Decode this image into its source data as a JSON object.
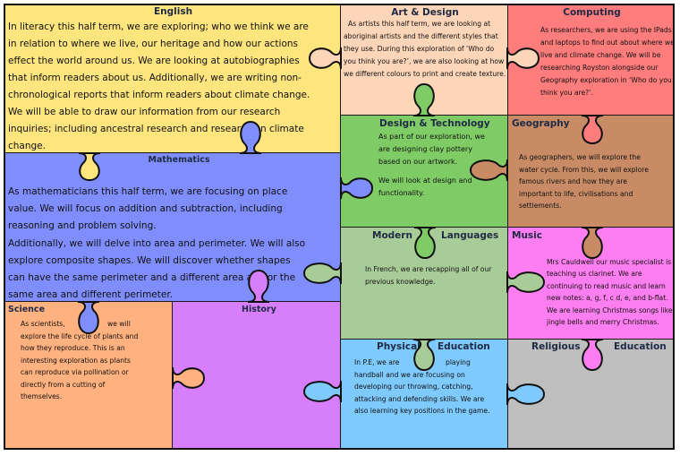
{
  "colors": {
    "english": "#fee57e",
    "art": "#fdd5b8",
    "computing": "#fd7c7c",
    "mathematics": "#7f8efc",
    "dt": "#7fcc66",
    "geography": "#c88b66",
    "languages": "#a8cc98",
    "music": "#fd7ef0",
    "science": "#ffb27f",
    "history": "#d67efc",
    "pe": "#7fcafc",
    "re": "#bfbfbf"
  },
  "english": {
    "title": "English",
    "text": "In literacy this half term, we are exploring; who we think we are in relation to where we live, our heritage and how our actions effect the world around us. We are looking at autobiographies that inform readers about us. Additionally, we are writing non-chronological reports that inform readers about climate change. We will be able to draw our information from our research inquiries; including ancestral research and research on climate change."
  },
  "art": {
    "title": "Art & Design",
    "text": "As artists this half term, we are looking at aboriginal artists and the different styles that they use. During this exploration of ‘Who do you think you are?’, we are also looking at how we different colours to print and create texture."
  },
  "computing": {
    "title": "Computing",
    "text": "As researchers, we are using the IPads and laptops to find out about where we live and climate change. We will be researching Royston alongside our Geography exploration in ‘Who do you think you are?’."
  },
  "mathematics": {
    "title": "Mathematics",
    "para1": "As mathematicians this half term, we are focusing on place value. We will focus on addition and subtraction, including reasoning and problem solving.",
    "para2": "Additionally, we will delve into area and perimeter. We will also explore composite shapes. We will  discover whether shapes can have the same perimeter and a different area and or the same area and different perimeter."
  },
  "dt": {
    "title": "Design & Technology",
    "para1": "As part of our exploration, we are designing clay pottery based on our artwork.",
    "para2": "We will look at design and functionality."
  },
  "geography": {
    "title": "Geography",
    "text": "As geographers, we will explore the water cycle. From this, we will explore famous rivers and how they are important to life, civilisations and settlements."
  },
  "languages": {
    "title_left": "Modern",
    "title_right": "Languages",
    "text": "In French, we are recapping all of our previous knowledge."
  },
  "music": {
    "title": "Music",
    "text": "Mrs Cauldwell our music specialist is teaching us clarinet. We are continuing to read music and learn new notes: a, g, f, c d, e, and b-flat. We are learning Christmas songs like jingle bells and merry Christmas."
  },
  "science": {
    "title": "Science",
    "text_start": "As scientists,",
    "text_rest": "we will",
    "text": "explore the life cycle of plants and how they reproduce. This is an interesting exploration as plants can reproduce via pollination or directly from a cutting of themselves."
  },
  "history": {
    "title": "History"
  },
  "pe": {
    "title_left": "Physical",
    "title_right": "Education",
    "text_start": "In P.E, we are",
    "text_rest": "playing",
    "text": "handball and we are focusing on developing our throwing, catching, attacking and defending skills. We are also learning key positions in the game."
  },
  "re": {
    "title_left": "Religious",
    "title_right": "Education"
  }
}
